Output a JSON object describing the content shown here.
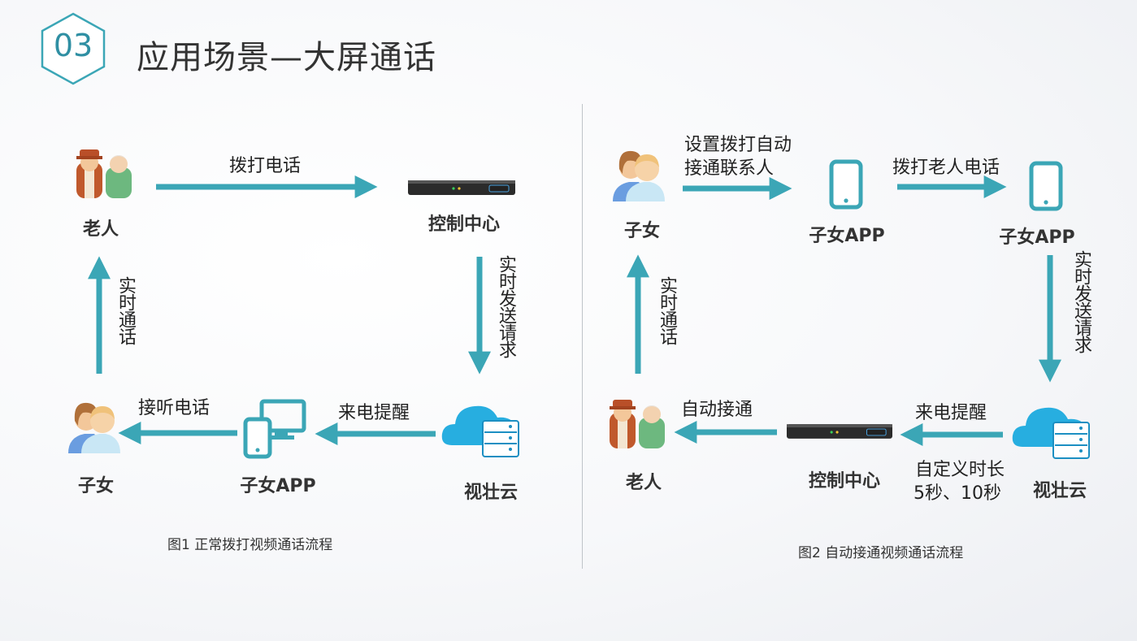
{
  "header": {
    "section_number": "03",
    "title": "应用场景—大屏通话"
  },
  "colors": {
    "accent": "#3ba6b6",
    "cloud": "#27aee0"
  },
  "fig1": {
    "caption": "图1   正常拨打视频通话流程",
    "nodes": {
      "elder": "老人",
      "control": "控制中心",
      "cloud": "视壮云",
      "app": "子女APP",
      "child": "子女"
    },
    "edges": {
      "call": "拨打电话",
      "send": "实时发送请求",
      "alert": "来电提醒",
      "answer": "接听电话",
      "talk": "实时通话"
    }
  },
  "fig2": {
    "caption": "图2 自动接通视频通话流程",
    "nodes": {
      "child": "子女",
      "app1": "子女APP",
      "app2": "子女APP",
      "cloud": "视壮云",
      "control": "控制中心",
      "elder": "老人"
    },
    "edges": {
      "setup_line1": "设置拨打自动",
      "setup_line2": "接通联系人",
      "dial": "拨打老人电话",
      "send": "实时发送请求",
      "alert": "来电提醒",
      "timeout_line1": "自定义时长",
      "timeout_line2": "5秒、10秒",
      "auto": "自动接通",
      "talk": "实时通话"
    }
  }
}
